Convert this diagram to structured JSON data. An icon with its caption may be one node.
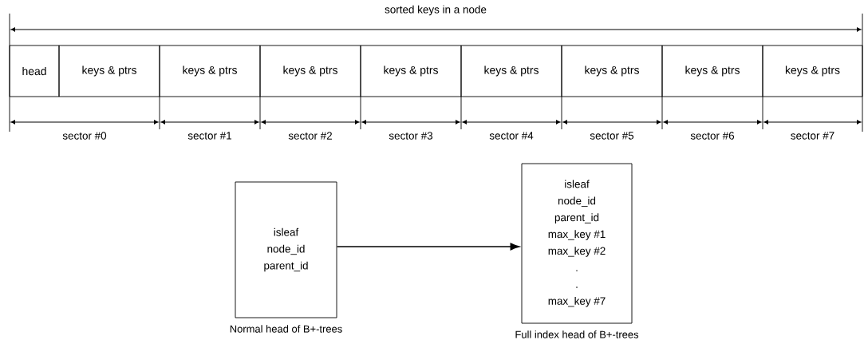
{
  "diagram": {
    "nodes": [
      {
        "text": [
          "head"
        ]
      },
      {
        "text": [
          "keys & ptrs"
        ]
      },
      {
        "text": [
          "keys & ptrs"
        ]
      },
      {
        "text": [
          "keys & ptrs"
        ]
      },
      {
        "text": [
          "keys & ptrs"
        ]
      },
      {
        "text": [
          "keys & ptrs"
        ]
      },
      {
        "text": [
          "keys & ptrs"
        ]
      },
      {
        "text": [
          "keys & ptrs"
        ]
      },
      {
        "text": [
          "keys & ptrs"
        ]
      },
      {
        "text": [
          "isleaf",
          "node_id",
          "parent_id"
        ],
        "beside": [
          "Normal head of B+-trees"
        ]
      },
      {
        "text": [
          "isleaf",
          "node_id",
          "parent_id",
          "max_key #1",
          "max_key #2",
          ".",
          ".",
          "max_key #7"
        ],
        "beside": [
          "Full index head of B+-trees"
        ]
      }
    ],
    "edges": [
      {
        "from": 9,
        "to": 10,
        "arrow": "to"
      }
    ],
    "labels": [
      "sorted keys in a node",
      "sector #0",
      "sector #1",
      "sector #2",
      "sector #3",
      "sector #4",
      "sector #5",
      "sector #6",
      "sector #7"
    ]
  }
}
